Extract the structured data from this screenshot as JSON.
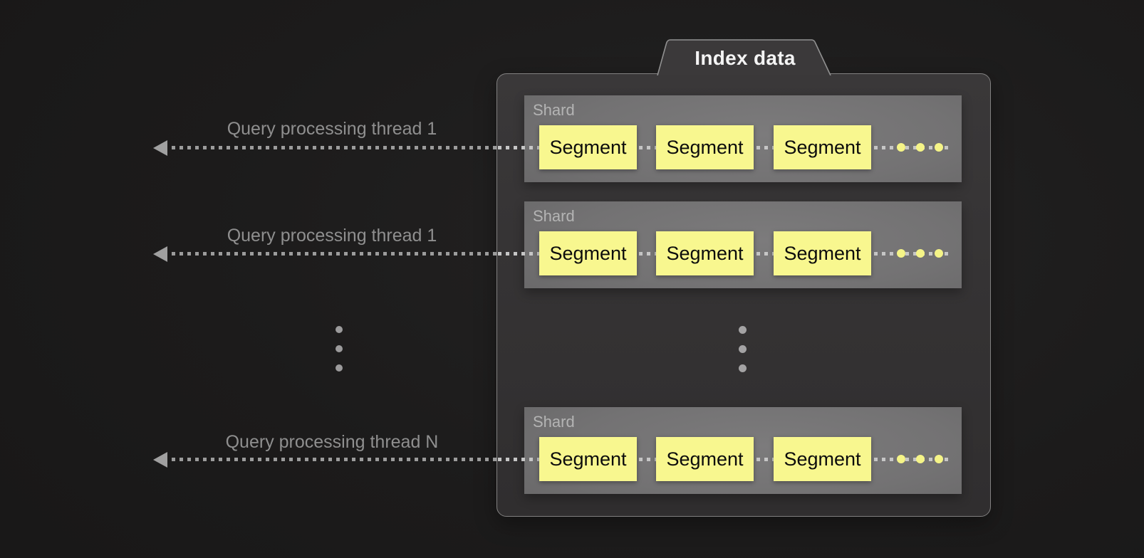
{
  "title": "Index data",
  "threads": [
    {
      "label": "Query processing thread 1"
    },
    {
      "label": "Query processing thread 1"
    },
    {
      "label": "Query processing thread N"
    }
  ],
  "shards": [
    {
      "label": "Shard",
      "segments": [
        "Segment",
        "Segment",
        "Segment"
      ]
    },
    {
      "label": "Shard",
      "segments": [
        "Segment",
        "Segment",
        "Segment"
      ]
    },
    {
      "label": "Shard",
      "segments": [
        "Segment",
        "Segment",
        "Segment"
      ]
    }
  ],
  "icons": {
    "arrowhead": "left-arrowhead-icon",
    "thread_line": "dotted-line",
    "more_segments": "horizontal-ellipsis-dots",
    "more_rows": "vertical-ellipsis-dots"
  },
  "colors": {
    "background": "#1c1b1b",
    "container_fill": "#353334",
    "container_border": "#828181",
    "shard_fill": "#717071",
    "shard_label_text": "#b4b4b4",
    "segment_fill": "#f8f78f",
    "segment_text": "#0c0c0c",
    "segment_dots": "#f5f487",
    "thread_text": "#8f8f8f",
    "line_outer": "#9c9c9c",
    "line_inner": "#c6c6c6",
    "title_text": "#f4f4f4"
  }
}
